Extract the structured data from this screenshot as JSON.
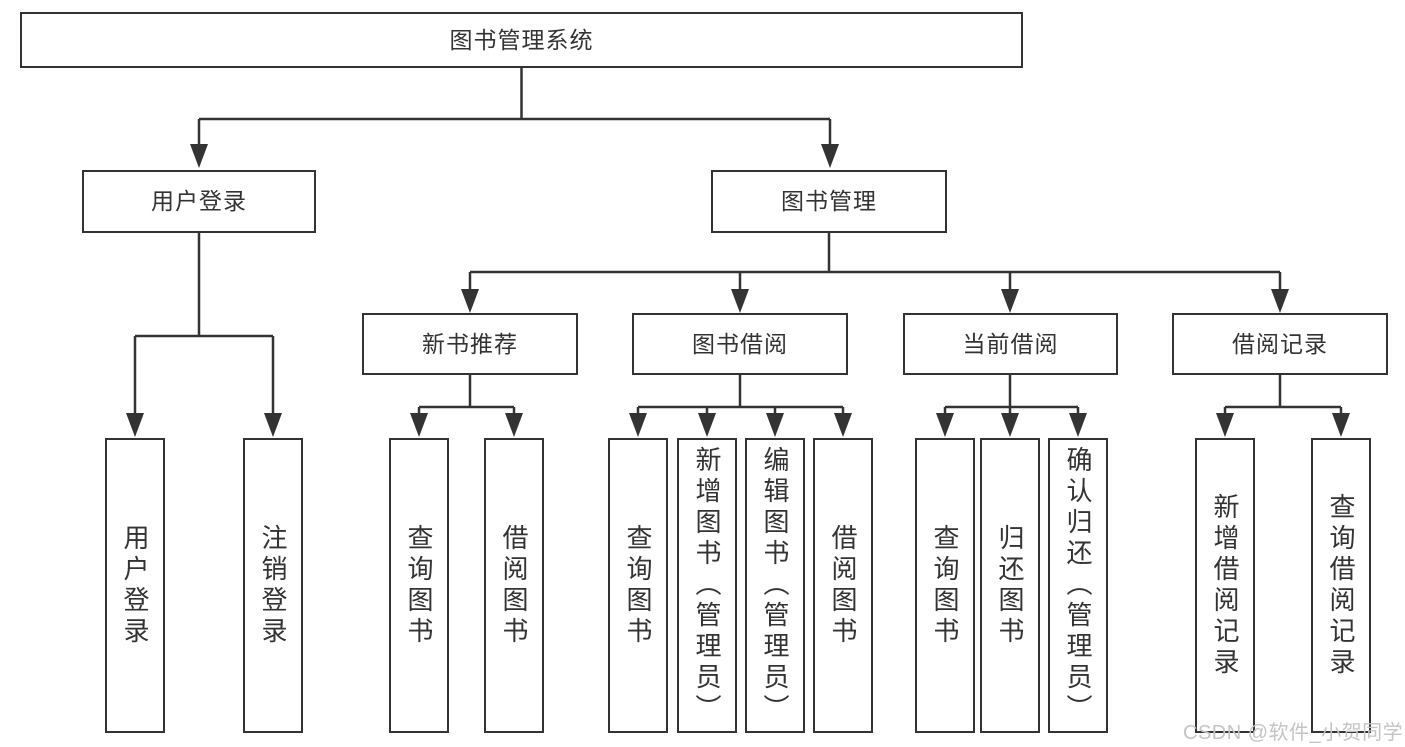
{
  "diagram": {
    "title": "图书管理系统",
    "root": "图书管理系统",
    "branches": [
      {
        "label": "用户登录",
        "children": [
          "用户登录",
          "注销登录"
        ]
      },
      {
        "label": "图书管理",
        "children": [
          {
            "label": "新书推荐",
            "children": [
              "查询图书",
              "借阅图书"
            ]
          },
          {
            "label": "图书借阅",
            "children": [
              "查询图书",
              "新增图书（管理员）",
              "编辑图书（管理员）",
              "借阅图书"
            ]
          },
          {
            "label": "当前借阅",
            "children": [
              "查询图书",
              "归还图书",
              "确认归还（管理员）"
            ]
          },
          {
            "label": "借阅记录",
            "children": [
              "新增借阅记录",
              "查询借阅记录"
            ]
          }
        ]
      }
    ]
  },
  "watermark": {
    "text": "CSDN @软件_小贺同学"
  },
  "colors": {
    "line": "#333333",
    "box_border": "#333333",
    "text": "#333333",
    "background": "#ffffff",
    "watermark": "#c4c4c4"
  }
}
